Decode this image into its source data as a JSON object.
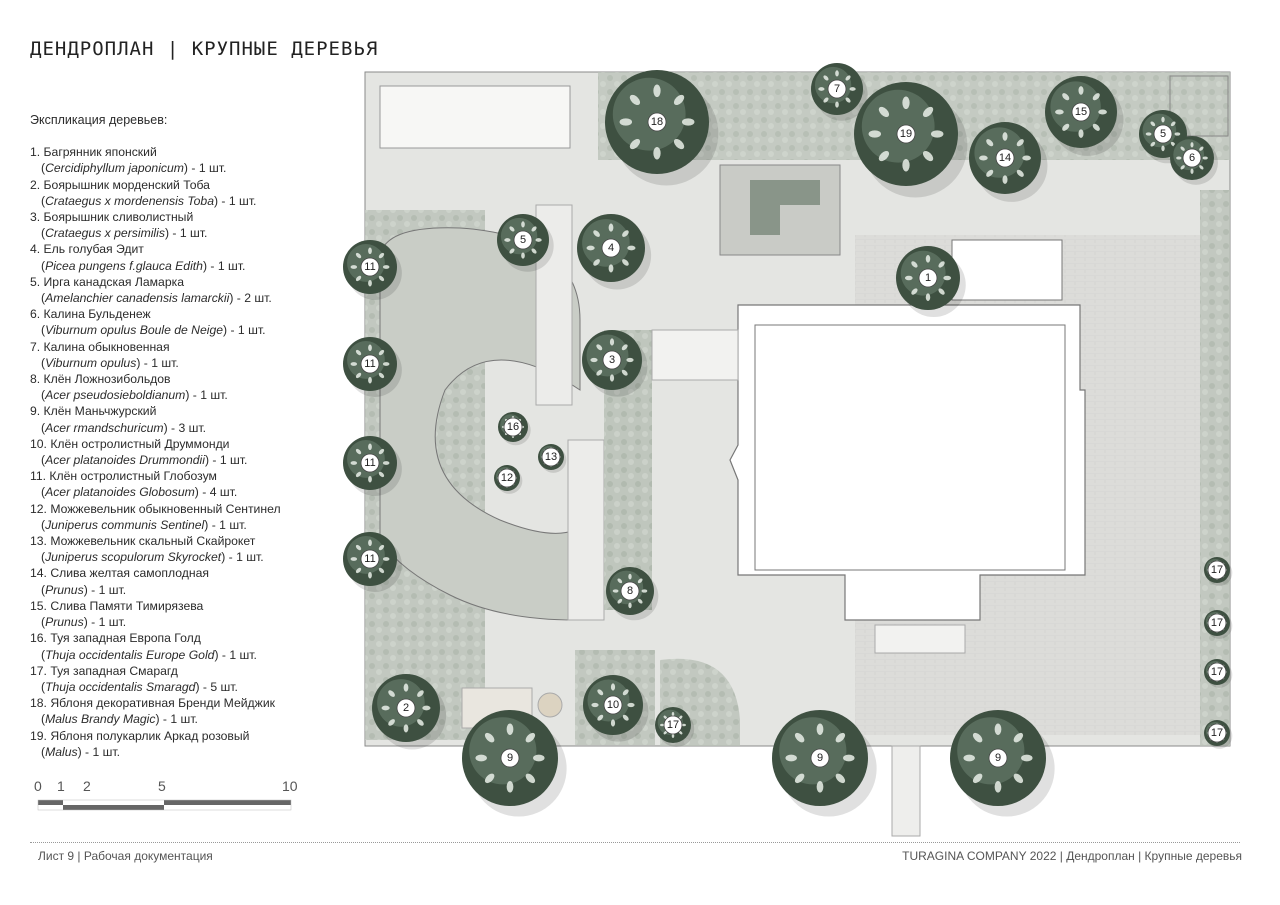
{
  "title": "ДЕНДРОПЛАН | КРУПНЫЕ ДЕРЕВЬЯ",
  "legend": {
    "heading": "Экспликация деревьев:",
    "items": [
      {
        "name": "1. Багрянник японский",
        "latin": "Cercidiphyllum japonicum",
        "qty": " - 1 шт."
      },
      {
        "name": "2. Боярышник морденский Тоба",
        "latin": "Crataegus x mordenensis Toba",
        "qty": " - 1 шт."
      },
      {
        "name": "3. Боярышник сливолистный",
        "latin": "Crataegus x persimilis",
        "qty": " - 1 шт."
      },
      {
        "name": "4. Ель голубая Эдит",
        "latin": "Picea pungens f.glauca Edith",
        "qty": " - 1 шт."
      },
      {
        "name": "5. Ирга канадская Ламарка",
        "latin": "Amelanchier canadensis lamarckii",
        "qty": " - 2 шт."
      },
      {
        "name": "6. Калина Бульденеж",
        "latin": "Viburnum opulus Boule de Neige",
        "qty": " - 1 шт."
      },
      {
        "name": "7. Калина обыкновенная",
        "latin": "Viburnum opulus",
        "qty": " - 1 шт."
      },
      {
        "name": "8. Клён Ложнозибольдов",
        "latin": "Acer pseudosieboldianum",
        "qty": " - 1 шт."
      },
      {
        "name": "9. Клён Маньчжурский",
        "latin": "Acer rmandschuricum",
        "qty": " - 3 шт."
      },
      {
        "name": "10. Клён остролистный Друммонди",
        "latin": "Acer platanoides Drummondii",
        "qty": " - 1 шт."
      },
      {
        "name": "11. Клён остролистный Глобозум",
        "latin": "Acer platanoides Globosum",
        "qty": " -  4 шт."
      },
      {
        "name": "12. Можжевельник обыкновенный Сентинел",
        "latin": "Juniperus communis Sentinel",
        "qty": " - 1 шт."
      },
      {
        "name": "13. Можжевельник скальный Скайрокет",
        "latin": "Juniperus scopulorum Skyrocket",
        "qty": " - 1 шт."
      },
      {
        "name": "14. Слива желтая самоплодная",
        "latin": "Prunus",
        "qty": " - 1 шт."
      },
      {
        "name": "15. Слива Памяти Тимирязева",
        "latin": "Prunus",
        "qty": " - 1 шт."
      },
      {
        "name": "16. Туя западная Европа Голд",
        "latin": "Thuja occidentalis Europe Gold",
        "qty": " - 1 шт."
      },
      {
        "name": "17. Туя западная Смарагд",
        "latin": "Thuja occidentalis Smaragd",
        "qty": " - 5 шт."
      },
      {
        "name": "18. Яблоня декоративная Бренди Мейджик",
        "latin": "Malus Brandy Magic",
        "qty": " - 1 шт."
      },
      {
        "name": "19. Яблоня полукарлик Аркад розовый",
        "latin": "Malus",
        "qty": " - 1 шт."
      }
    ]
  },
  "scale": {
    "ticks": [
      "0",
      "1",
      "2",
      "5",
      "10"
    ]
  },
  "footer": {
    "left": "Лист 9  |  Рабочая документация",
    "right": "TURAGINA COMPANY 2022  |  Дендроплан  |  Крупные деревья"
  },
  "tree_labels": [
    "1",
    "2",
    "3",
    "4",
    "5",
    "5",
    "6",
    "7",
    "8",
    "9",
    "9",
    "9",
    "10",
    "11",
    "11",
    "11",
    "11",
    "12",
    "13",
    "14",
    "15",
    "16",
    "17",
    "17",
    "17",
    "17",
    "17",
    "18",
    "19"
  ],
  "colors": {
    "lawn": "#c9cdc6",
    "paving": "#d9dad7",
    "path": "#e6e6e4",
    "foliage_dark": "#3e5041",
    "foliage_mid": "#5f7363",
    "foliage_light": "#e9eee8",
    "house": "#ffffff",
    "border": "#8a8a8a"
  }
}
